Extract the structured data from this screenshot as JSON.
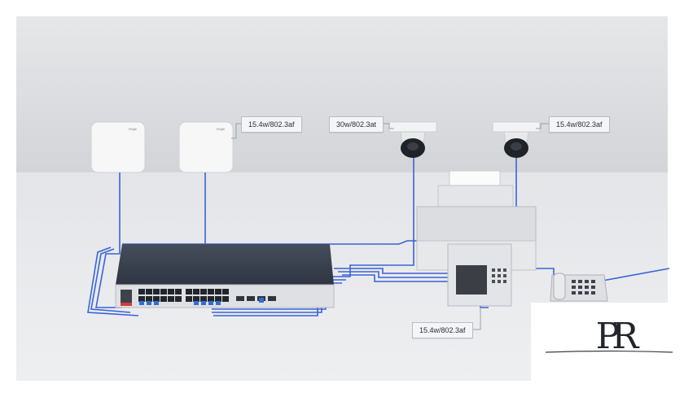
{
  "scene": {
    "labels": {
      "ap_power": "15.4w/802.3af",
      "camera_left_power": "30w/802.3at",
      "camera_right_power": "15.4w/802.3af",
      "phone_power": "15.4w/802.3af"
    },
    "ap_brand": "Ruijie",
    "logo": "PR",
    "colors": {
      "cable": "#3a63d8",
      "wall": "#d7d8db",
      "floor": "#e9eaec",
      "switch_top": "#3b4250",
      "switch_front": "#dcdde0",
      "port_blue": "#2f6fd1"
    }
  }
}
